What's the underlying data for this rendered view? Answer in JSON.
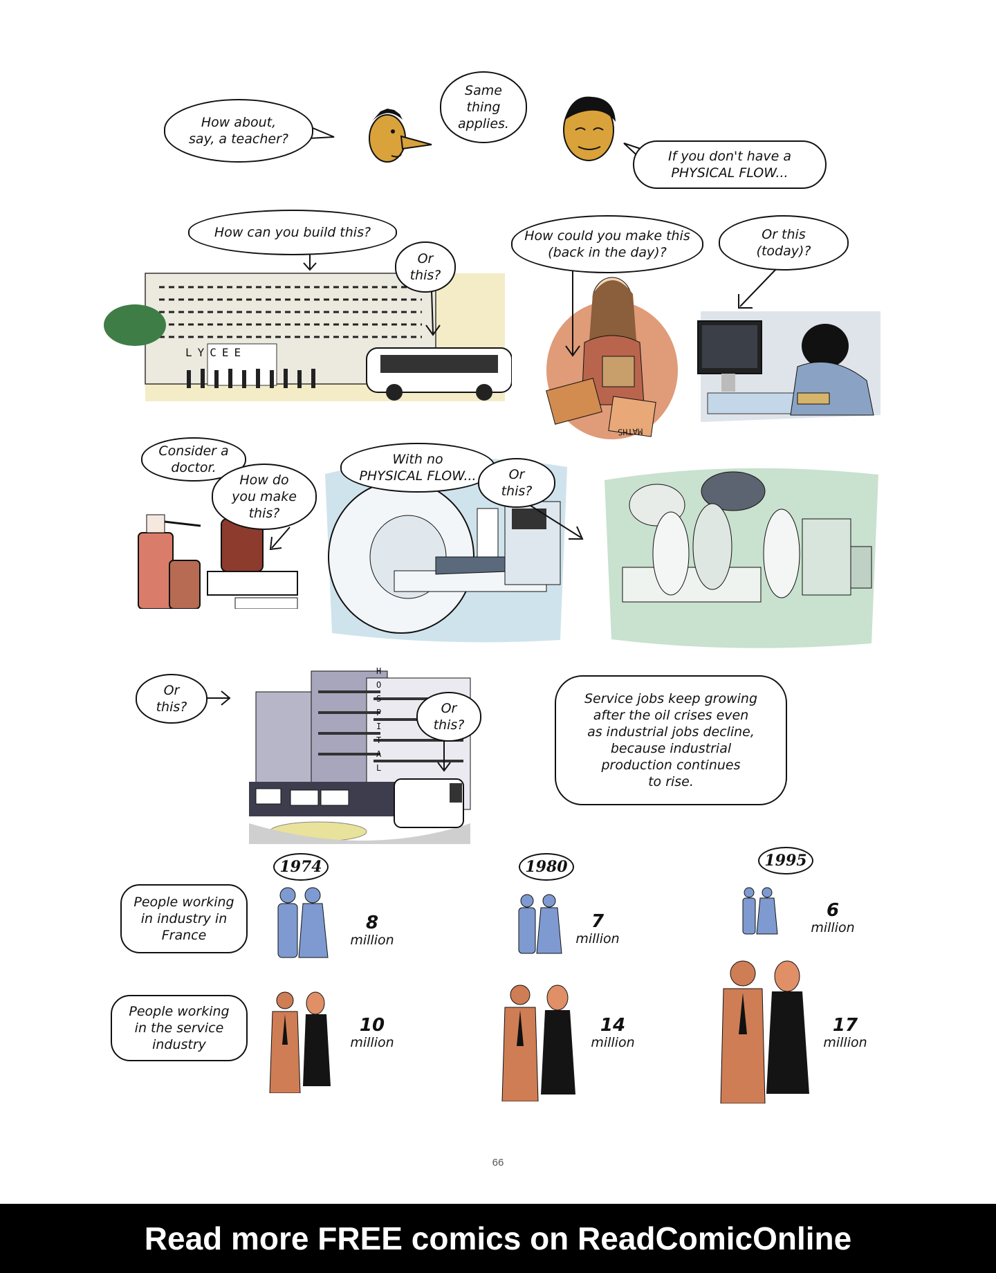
{
  "row1": {
    "bubble_left": "How about,\nsay, a teacher?",
    "bubble_middle": "Same\nthing\napplies.",
    "bubble_right": "If you don't have a\nPHYSICAL FLOW..."
  },
  "row2": {
    "bubble_build": "How can you build this?",
    "bubble_or_this": "Or\nthis?",
    "school_sign": "LYCEE",
    "bubble_make": "How could you make this\n(back in the day)?",
    "bubble_today": "Or this\n(today)?",
    "book_label": "MATHS"
  },
  "row3": {
    "bubble_doctor": "Consider a\ndoctor.",
    "bubble_how_make": "How do\nyou make\nthis?",
    "bubble_no_flow": "With no\nPHYSICAL FLOW...",
    "bubble_or_this": "Or\nthis?"
  },
  "row4": {
    "bubble_or_this_left": "Or\nthis?",
    "hospital_sign": "HOSPITAL",
    "bubble_or_this_right": "Or\nthis?",
    "caption": "Service jobs keep growing\nafter the oil crises even\nas industrial jobs decline,\nbecause industrial\nproduction continues\nto rise."
  },
  "stats": {
    "label_industry": "People working\nin industry in\nFrance",
    "label_service": "People working\nin the service\nindustry",
    "years": [
      {
        "year": "1974",
        "industry": "8",
        "service": "10"
      },
      {
        "year": "1980",
        "industry": "7",
        "service": "14"
      },
      {
        "year": "1995",
        "industry": "6",
        "service": "17"
      }
    ],
    "unit": "million"
  },
  "colors": {
    "workers_blue": "#7e9ad0",
    "service_orange": "#cf7d55",
    "service_dress": "#141414",
    "teacher_skin": "#d9a23a",
    "doctor_panel": "#cfe3ec",
    "surgery_panel": "#c9e1cf",
    "banner_bg": "#000000"
  },
  "page_number": "66",
  "banner": "Read more FREE comics on ReadComicOnline"
}
